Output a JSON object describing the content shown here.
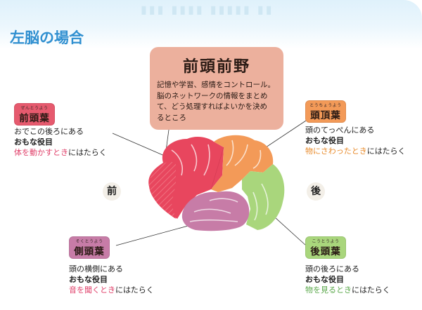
{
  "header": {
    "title": "左脳の場合"
  },
  "callout": {
    "title": "前頭前野",
    "lines": [
      "記憶や学習、感情をコントロール。",
      "脳のネットワークの情報をまとめ",
      "て、どう処理すればよいかを決め",
      "るところ"
    ]
  },
  "lobes": {
    "frontal": {
      "ruby": "ぜんとうよう",
      "label": "前頭葉",
      "location": "おでこの後ろにある",
      "role_title": "おもな役目",
      "function": "体を動かすとき",
      "function_suffix": "にはたらく",
      "color": "#e65a6e"
    },
    "parietal": {
      "ruby": "とうちょうよう",
      "label": "頭頂葉",
      "location": "頭のてっぺんにある",
      "role_title": "おもな役目",
      "function": "物にさわったとき",
      "function_suffix": "にはたらく",
      "color": "#f39a58"
    },
    "temporal": {
      "ruby": "そくとうよう",
      "label": "側頭葉",
      "location": "頭の横側にある",
      "role_title": "おもな役目",
      "function": "音を聞くとき",
      "function_suffix": "にはたらく",
      "color": "#c77ca7"
    },
    "occipital": {
      "ruby": "こうとうよう",
      "label": "後頭葉",
      "location": "頭の後ろにある",
      "role_title": "おもな役目",
      "function": "物を見るとき",
      "function_suffix": "にはたらく",
      "color": "#a9d67c"
    }
  },
  "directions": {
    "front": "前",
    "back": "後"
  }
}
